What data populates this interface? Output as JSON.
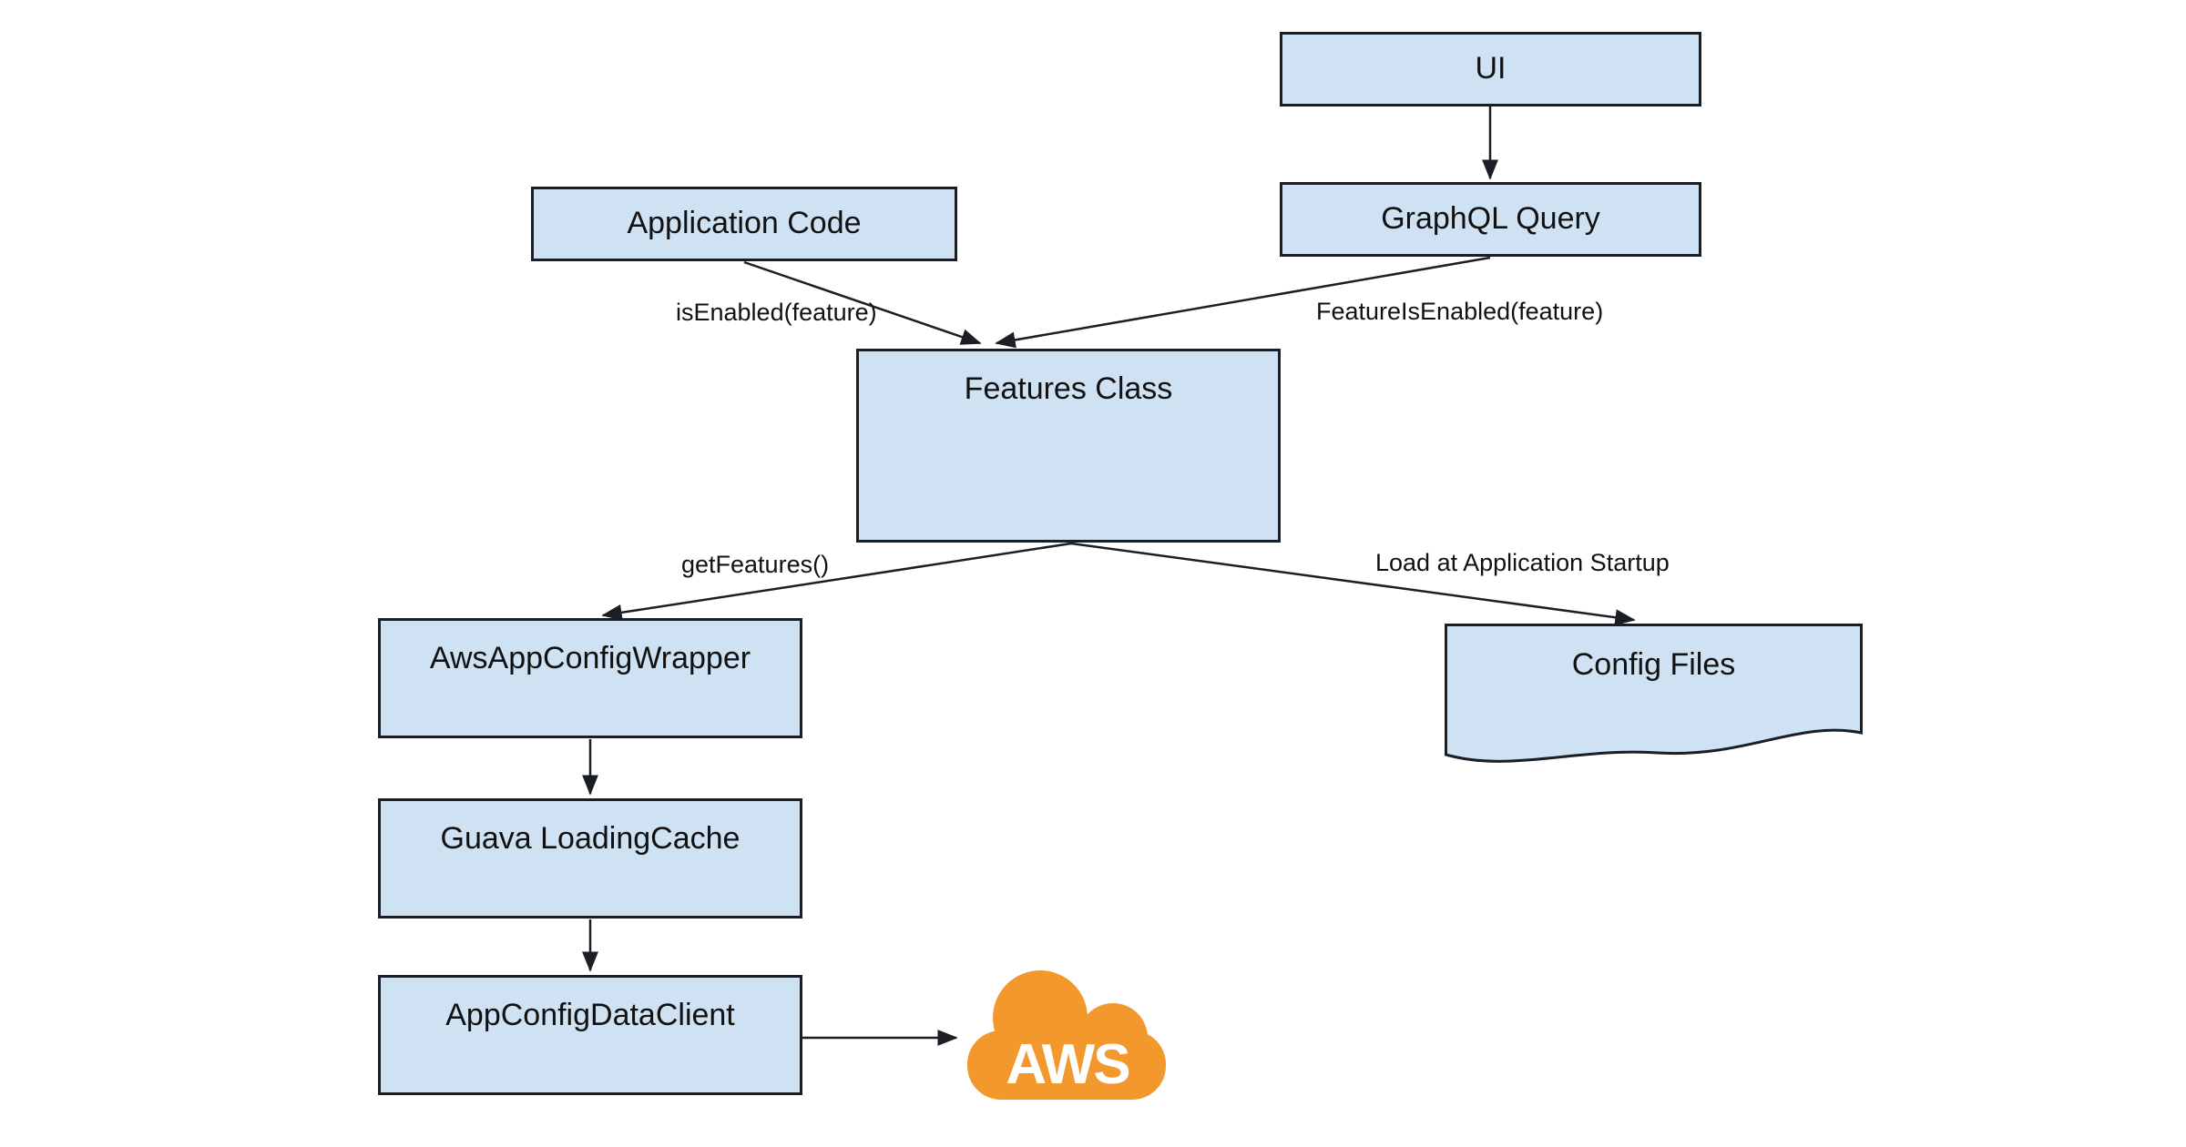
{
  "diagram_title": "",
  "colors": {
    "canvas_bg": "#ffffff",
    "node_fill": "#cfe2f3",
    "node_border": "#1b1e24",
    "arrow": "#1b1e24",
    "text": "#111111",
    "aws_orange": "#F2982D",
    "aws_text": "#ffffff"
  },
  "nodes": [
    {
      "id": "ui",
      "label": "UI",
      "shape": "rect"
    },
    {
      "id": "application-code",
      "label": "Application Code",
      "shape": "rect"
    },
    {
      "id": "graphql-query",
      "label": "GraphQL Query",
      "shape": "rect"
    },
    {
      "id": "features-class",
      "label": "Features Class",
      "shape": "rect"
    },
    {
      "id": "aws-app-config-wrapper",
      "label": "AwsAppConfigWrapper",
      "shape": "rect"
    },
    {
      "id": "config-files",
      "label": "Config Files",
      "shape": "document"
    },
    {
      "id": "guava-loading-cache",
      "label": "Guava LoadingCache",
      "shape": "rect"
    },
    {
      "id": "app-config-data-client",
      "label": "AppConfigDataClient",
      "shape": "rect"
    },
    {
      "id": "aws-cloud",
      "label": "AWS",
      "shape": "cloud"
    }
  ],
  "edges": [
    {
      "from": "ui",
      "to": "graphql-query",
      "label": ""
    },
    {
      "from": "application-code",
      "to": "features-class",
      "label": "isEnabled(feature)"
    },
    {
      "from": "graphql-query",
      "to": "features-class",
      "label": "FeatureIsEnabled(feature)"
    },
    {
      "from": "features-class",
      "to": "aws-app-config-wrapper",
      "label": "getFeatures()"
    },
    {
      "from": "features-class",
      "to": "config-files",
      "label": "Load at Application Startup"
    },
    {
      "from": "aws-app-config-wrapper",
      "to": "guava-loading-cache",
      "label": ""
    },
    {
      "from": "guava-loading-cache",
      "to": "app-config-data-client",
      "label": ""
    },
    {
      "from": "app-config-data-client",
      "to": "aws-cloud",
      "label": ""
    }
  ]
}
